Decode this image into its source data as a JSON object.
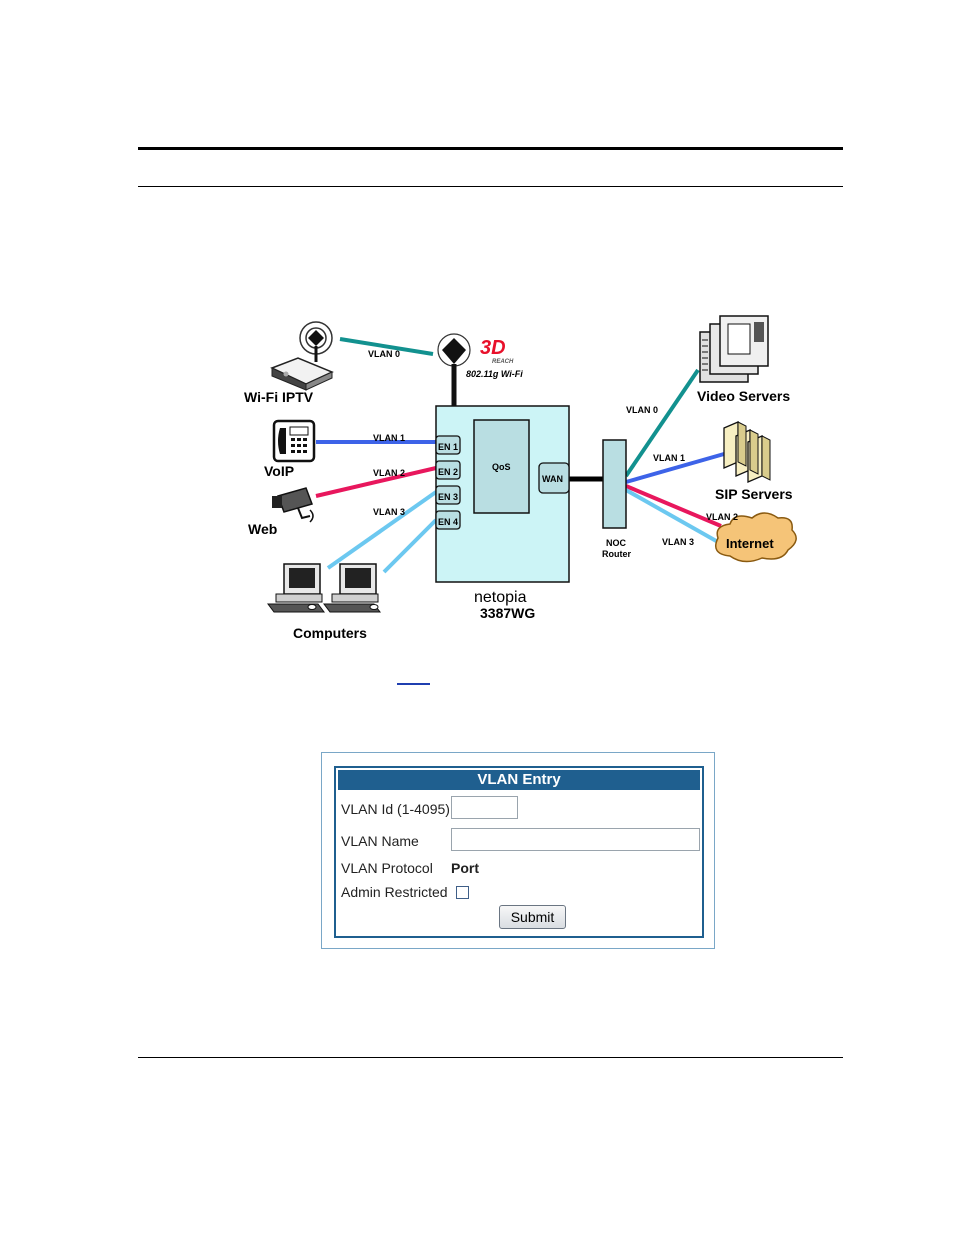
{
  "diagram": {
    "wifi_iptv": "Wi-Fi IPTV",
    "voip": "VoIP",
    "web": "Web",
    "computers": "Computers",
    "logo_3d": "3D",
    "logo_reach": "REACH",
    "wifi_label": "802.11g Wi-Fi",
    "qos": "QoS",
    "wan": "WAN",
    "en1": "EN 1",
    "en2": "EN 2",
    "en3": "EN 3",
    "en4": "EN 4",
    "brand": "netopia",
    "model": "3387WG",
    "noc_line1": "NOC",
    "noc_line2": "Router",
    "video_servers": "Video Servers",
    "sip_servers": "SIP Servers",
    "internet": "Internet",
    "vlan0_left": "VLAN 0",
    "vlan1_left": "VLAN 1",
    "vlan2_left": "VLAN 2",
    "vlan3_left": "VLAN 3",
    "vlan0_right": "VLAN 0",
    "vlan1_right": "VLAN 1",
    "vlan2_right": "VLAN 2",
    "vlan3_right": "VLAN 3",
    "colors": {
      "vlan0": "#12918f",
      "vlan1": "#3d63e8",
      "vlan2": "#e8175d",
      "vlan3": "#6cc8f0",
      "router_fill": "#ccf4f6",
      "qos_fill": "#b9dee2",
      "internet_fill": "#f5c478"
    }
  },
  "form": {
    "title": "VLAN Entry",
    "vlan_id_label": "VLAN Id (1-4095)",
    "vlan_id_value": "",
    "vlan_name_label": "VLAN Name",
    "vlan_name_value": "",
    "protocol_label": "VLAN Protocol",
    "protocol_value": "Port",
    "admin_label": "Admin Restricted",
    "admin_checked": false,
    "submit_label": "Submit"
  }
}
